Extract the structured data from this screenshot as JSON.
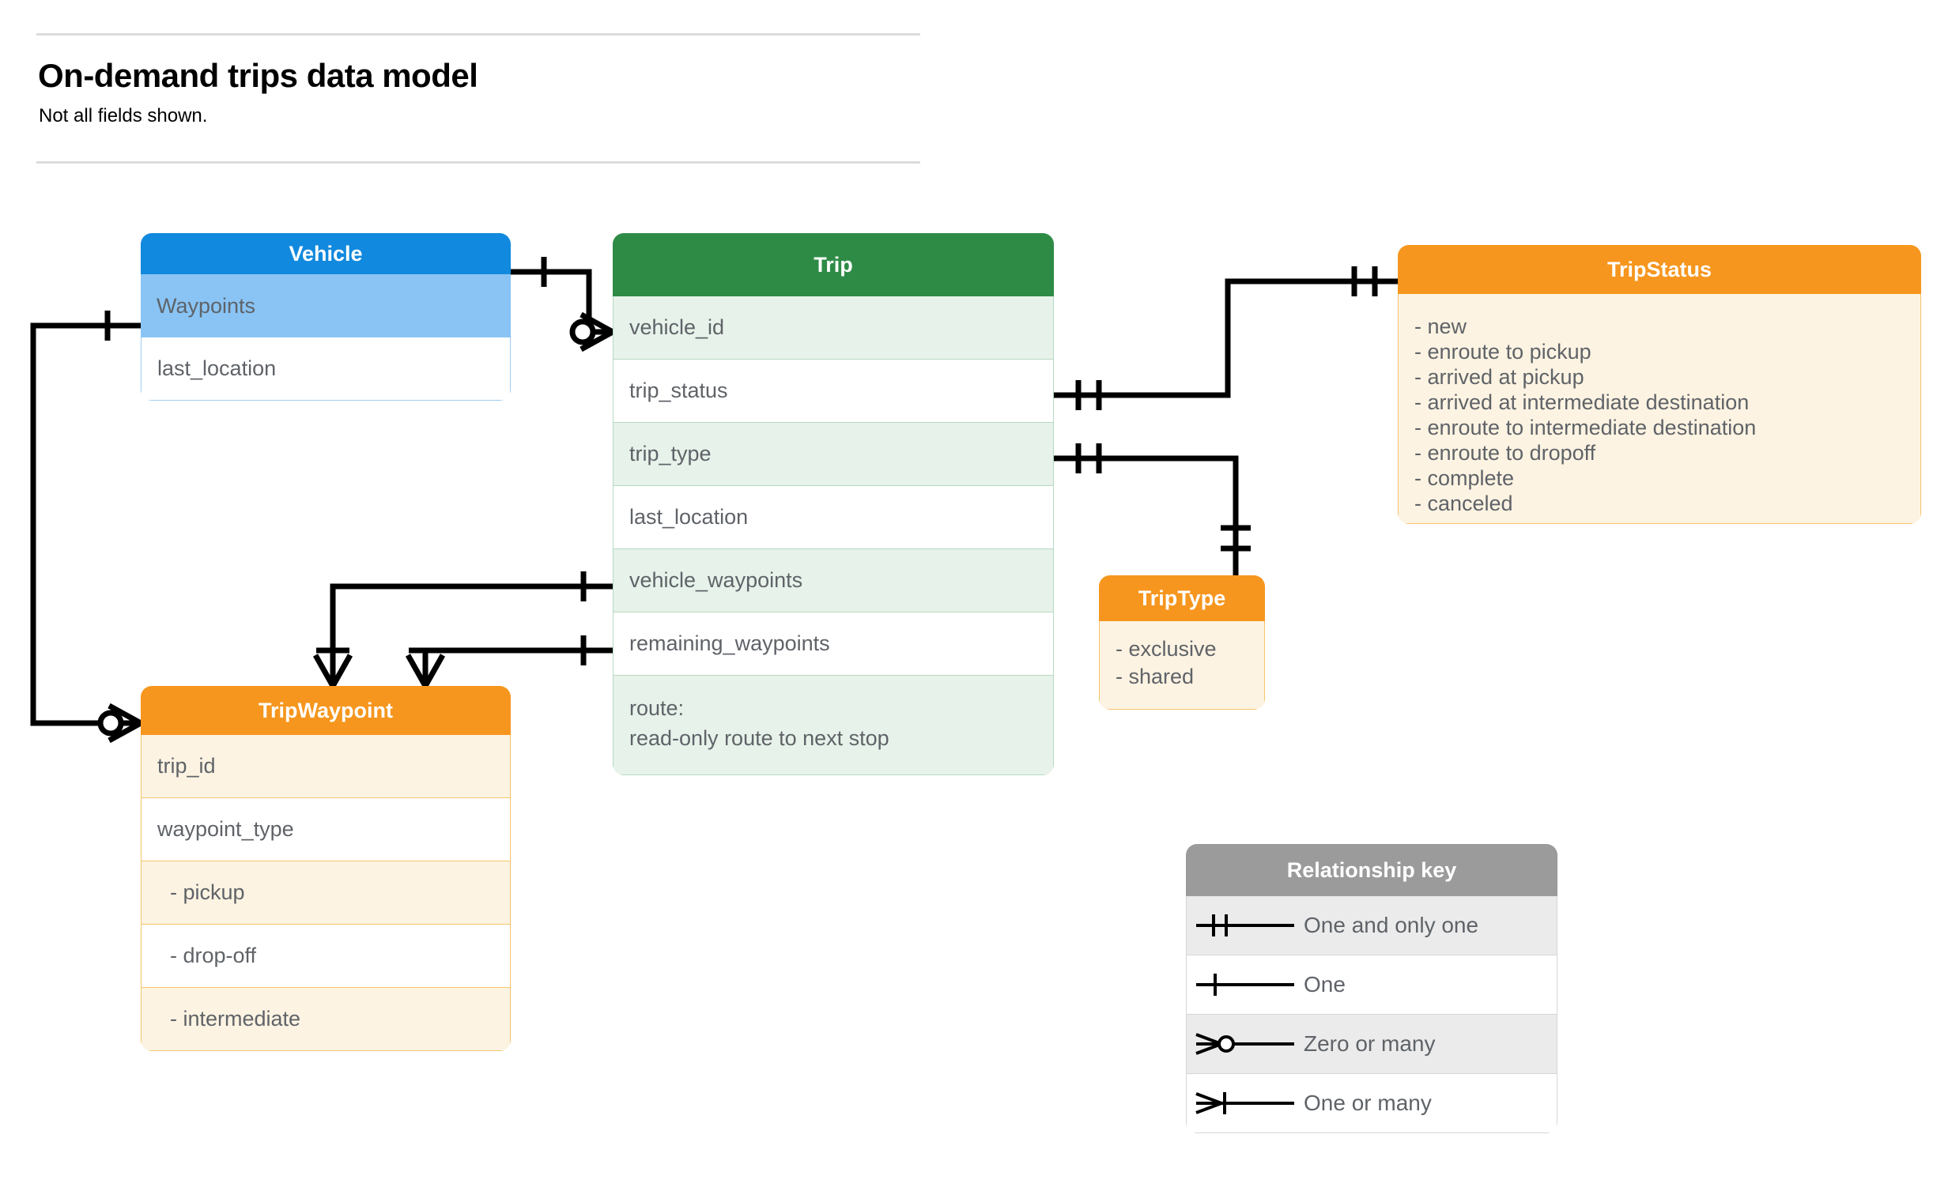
{
  "header": {
    "title": "On-demand trips data model",
    "subtitle": "Not all fields shown."
  },
  "entities": {
    "vehicle": {
      "name": "Vehicle",
      "header_color": "#1189DE",
      "fields": [
        {
          "label": "Waypoints"
        },
        {
          "label": "last_location"
        }
      ]
    },
    "trip": {
      "name": "Trip",
      "header_color": "#2E8B46",
      "fields": [
        {
          "label": "vehicle_id"
        },
        {
          "label": "trip_status"
        },
        {
          "label": "trip_type"
        },
        {
          "label": "last_location"
        },
        {
          "label": "vehicle_waypoints"
        },
        {
          "label": "remaining_waypoints"
        }
      ],
      "note": {
        "line1": "route:",
        "line2": "read-only route to next stop"
      }
    },
    "trip_status": {
      "name": "TripStatus",
      "header_color": "#F6961E",
      "values": [
        "- new",
        "- enroute to pickup",
        "- arrived at pickup",
        "- arrived at intermediate destination",
        "- enroute to intermediate destination",
        "- enroute to dropoff",
        "- complete",
        "- canceled"
      ]
    },
    "trip_type": {
      "name": "TripType",
      "header_color": "#F6961E",
      "values": [
        "- exclusive",
        "- shared"
      ]
    },
    "trip_waypoint": {
      "name": "TripWaypoint",
      "header_color": "#F6961E",
      "fields": [
        {
          "label": "trip_id"
        },
        {
          "label": "waypoint_type"
        },
        {
          "label": "-  pickup"
        },
        {
          "label": "-  drop-off"
        },
        {
          "label": "-  intermediate"
        }
      ]
    }
  },
  "legend": {
    "title": "Relationship key",
    "rows": [
      {
        "symbol": "one-and-only-one",
        "label": "One and only one"
      },
      {
        "symbol": "one",
        "label": "One"
      },
      {
        "symbol": "zero-or-many",
        "label": "Zero or many"
      },
      {
        "symbol": "one-or-many",
        "label": "One or many"
      }
    ]
  },
  "relationships": [
    {
      "from": "Vehicle.Waypoints",
      "from_card": "one",
      "to": "TripWaypoint",
      "to_card": "zero-or-many"
    },
    {
      "from": "Vehicle",
      "from_card": "one",
      "to": "Trip.vehicle_id",
      "to_card": "zero-or-many"
    },
    {
      "from": "Trip.trip_status",
      "from_card": "one-and-only-one",
      "to": "TripStatus",
      "to_card": "one-and-only-one"
    },
    {
      "from": "Trip.trip_type",
      "from_card": "one-and-only-one",
      "to": "TripType",
      "to_card": "one-and-only-one"
    },
    {
      "from": "Trip.vehicle_waypoints",
      "from_card": "one",
      "to": "TripWaypoint",
      "to_card": "one-or-many"
    },
    {
      "from": "Trip.remaining_waypoints",
      "from_card": "one",
      "to": "TripWaypoint",
      "to_card": "one-or-many"
    }
  ]
}
